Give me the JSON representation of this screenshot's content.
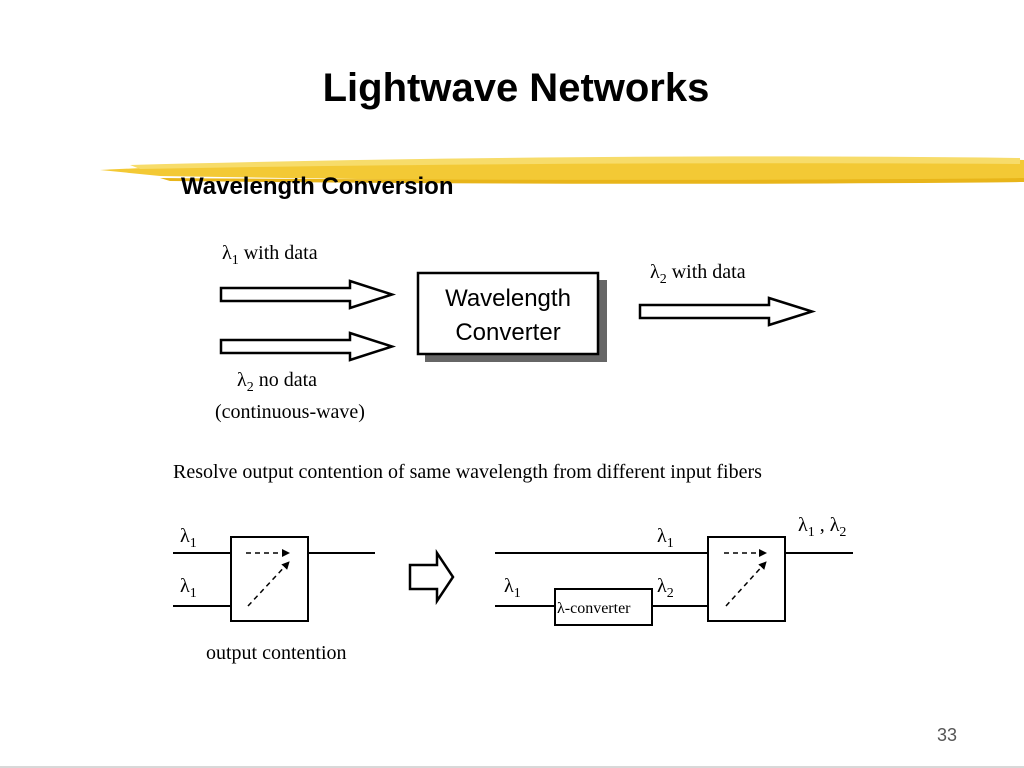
{
  "slide": {
    "title": "Lightwave Networks",
    "subtitle": "Wavelength Conversion",
    "page_number": "33",
    "accent_color": "#f2c62a"
  },
  "top_diagram": {
    "input1": {
      "symbol": "λ",
      "sub": "1",
      "text": " with data"
    },
    "input2": {
      "symbol": "λ",
      "sub": "2",
      "text": " no data",
      "line2": "(continuous-wave)"
    },
    "output": {
      "symbol": "λ",
      "sub": "2",
      "text": " with data"
    },
    "converter_line1": "Wavelength",
    "converter_line2": "Converter"
  },
  "caption": "Resolve output contention of same wavelength from different input fibers",
  "bottom_left": {
    "input1": {
      "symbol": "λ",
      "sub": "1"
    },
    "input2": {
      "symbol": "λ",
      "sub": "1"
    },
    "caption": "output contention"
  },
  "bottom_right": {
    "upper_input": {
      "symbol": "λ",
      "sub": "1"
    },
    "lower_input": {
      "symbol": "λ",
      "sub": "1"
    },
    "converted": {
      "symbol": "λ",
      "sub": "2"
    },
    "output": {
      "sym1": "λ",
      "sub1": "1",
      "sep": " , ",
      "sym2": "λ",
      "sub2": "2"
    },
    "converter": {
      "symbol": "λ",
      "text": "-converter"
    }
  }
}
